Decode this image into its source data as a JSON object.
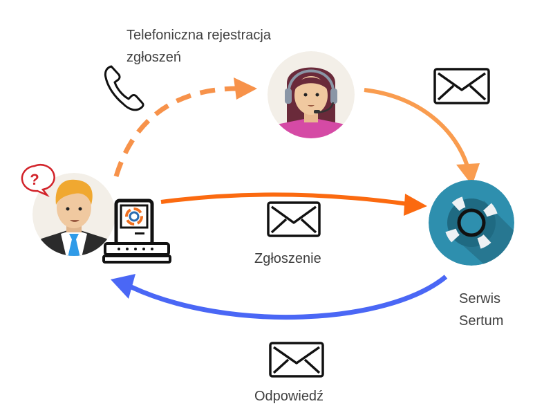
{
  "labels": {
    "phone_registration_line1": "Telefoniczna rejestracja",
    "phone_registration_line2": "zgłoszeń",
    "ticket": "Zgłoszenie",
    "service_line1": "Serwis",
    "service_line2": "Sertum",
    "reply": "Odpowiedź"
  },
  "colors": {
    "orange_dashed": "#f7924a",
    "orange_light": "#f99c4f",
    "orange_main": "#fb6a10",
    "blue_reply": "#4a67f5",
    "service_teal": "#2e8fae",
    "avatar_bg": "#f3efe8"
  }
}
